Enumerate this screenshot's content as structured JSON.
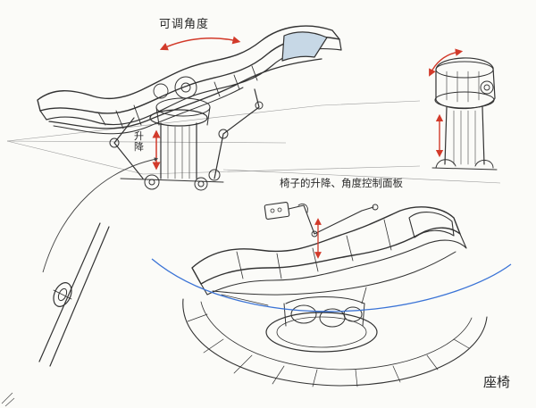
{
  "sheet": {
    "labels": {
      "angle_adjustable": "可调角度",
      "lift": "升降",
      "control_panel": "椅子的升降、角度控制面板",
      "title": "座椅"
    },
    "colors": {
      "ink": "#333333",
      "red_arrow": "#d23a2a",
      "blue_arc": "#3a73d6",
      "screen_tint": "#c7d8e6",
      "paper": "#fbfbf8"
    }
  }
}
